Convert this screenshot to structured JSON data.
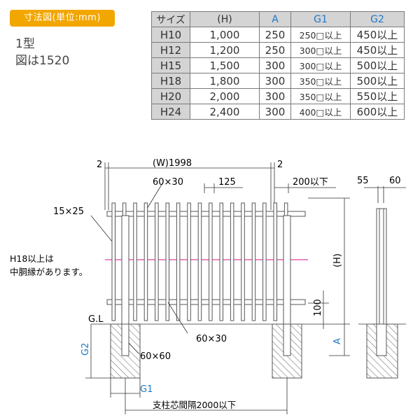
{
  "header": {
    "badge": "寸法図(単位:mm)",
    "model": "1型",
    "figure_note": "図は1520"
  },
  "spec_table": {
    "headers": [
      "サイズ",
      "(H)",
      "A",
      "G1",
      "G2"
    ],
    "rows": [
      [
        "H10",
        "1,000",
        "250",
        "250□以上",
        "450以上"
      ],
      [
        "H12",
        "1,200",
        "250",
        "300□以上",
        "450以上"
      ],
      [
        "H15",
        "1,500",
        "300",
        "300□以上",
        "500以上"
      ],
      [
        "H18",
        "1,800",
        "300",
        "350□以上",
        "500以上"
      ],
      [
        "H20",
        "2,000",
        "300",
        "350□以上",
        "550以上"
      ],
      [
        "H24",
        "2,400",
        "300",
        "400□以上",
        "600以上"
      ]
    ]
  },
  "drawing": {
    "dim_left_gap": "2",
    "dim_width": "(W)1998",
    "dim_right_gap": "2",
    "dim_picket_size": "60×30",
    "dim_pitch": "125",
    "dim_top_overhang": "200以下",
    "dim_rail": "15×25",
    "note_line1": "H18以上は",
    "note_line2": "中胴縁があります。",
    "dim_height": "(H)",
    "dim_bottom_gap": "100",
    "label_gl": "G.L",
    "label_a": "A",
    "label_g2": "G2",
    "dim_bottom_rail": "60×30",
    "dim_post": "60×60",
    "label_g1": "G1",
    "dim_post_spacing": "支柱芯間隔2000以下",
    "dim_side_55": "55",
    "dim_side_60": "60"
  },
  "colors": {
    "badge": "#f2a600",
    "table_header": "#d4d4d4",
    "blue_label": "#1f78c8",
    "middle_rail": "#e0409a",
    "fence_line": "#555555"
  }
}
